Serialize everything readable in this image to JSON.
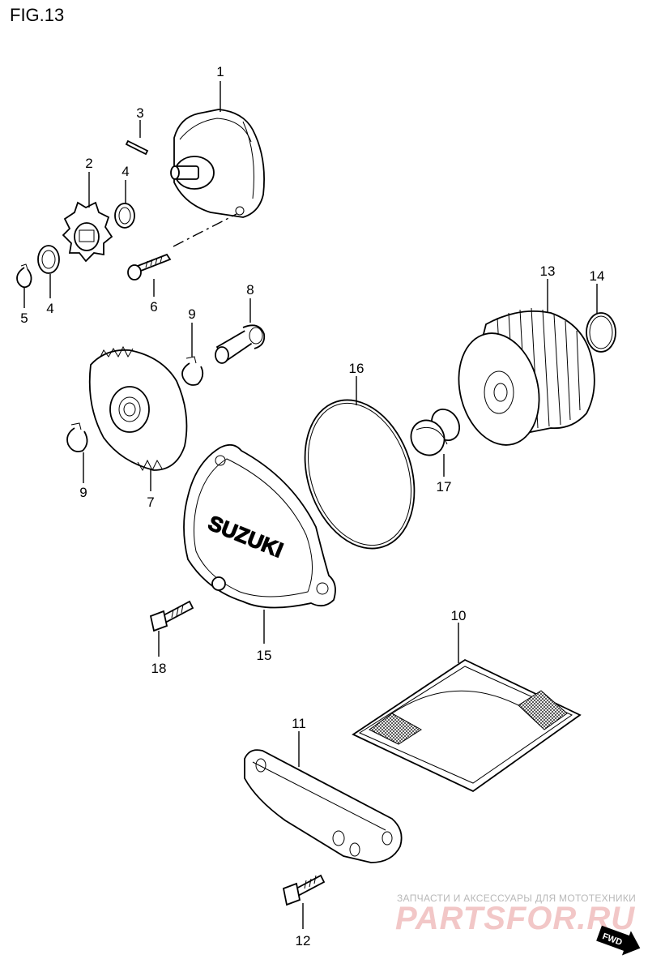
{
  "figure": {
    "title": "FIG.13"
  },
  "callouts": [
    {
      "id": "p1",
      "text": "1"
    },
    {
      "id": "p2",
      "text": "2"
    },
    {
      "id": "p3",
      "text": "3"
    },
    {
      "id": "p4a",
      "text": "4"
    },
    {
      "id": "p4b",
      "text": "4"
    },
    {
      "id": "p5",
      "text": "5"
    },
    {
      "id": "p6",
      "text": "6"
    },
    {
      "id": "p7",
      "text": "7"
    },
    {
      "id": "p8",
      "text": "8"
    },
    {
      "id": "p9a",
      "text": "9"
    },
    {
      "id": "p9b",
      "text": "9"
    },
    {
      "id": "p10",
      "text": "10"
    },
    {
      "id": "p11",
      "text": "11"
    },
    {
      "id": "p12",
      "text": "12"
    },
    {
      "id": "p13",
      "text": "13"
    },
    {
      "id": "p14",
      "text": "14"
    },
    {
      "id": "p15",
      "text": "15"
    },
    {
      "id": "p16",
      "text": "16"
    },
    {
      "id": "p17",
      "text": "17"
    },
    {
      "id": "p18",
      "text": "18"
    }
  ],
  "cover_logo": "SUZUKI",
  "fwd_badge": "FWD",
  "watermark": {
    "tagline": "ЗАПЧАСТИ И АКСЕССУАРЫ ДЛЯ МОТОТЕХНИКИ",
    "brand": "PARTSFOR.RU"
  },
  "colors": {
    "line": "#000000",
    "watermark": "#f2c7c7"
  }
}
